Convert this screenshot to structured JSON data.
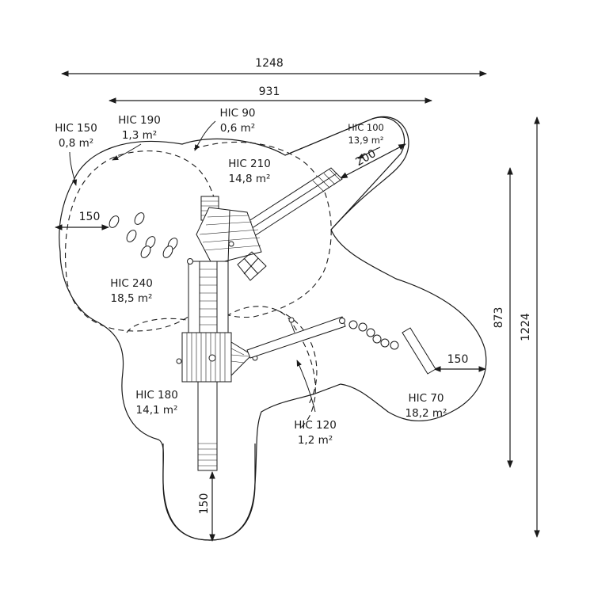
{
  "dimensions": {
    "overall_width": "1248",
    "inner_width": "931",
    "overall_height": "1224",
    "inner_height": "873",
    "left_clearance": "150",
    "right_clearance": "150",
    "bottom_clearance": "150",
    "diagonal_clearance": "200"
  },
  "zones": [
    {
      "id": "hic150",
      "name": "HIC 150",
      "area": "0,8 m²"
    },
    {
      "id": "hic190",
      "name": "HIC 190",
      "area": "1,3 m²"
    },
    {
      "id": "hic90",
      "name": "HIC 90",
      "area": "0,6 m²"
    },
    {
      "id": "hic100",
      "name": "HIC 100",
      "area": "13,9 m²"
    },
    {
      "id": "hic210",
      "name": "HIC 210",
      "area": "14,8 m²"
    },
    {
      "id": "hic240",
      "name": "HIC 240",
      "area": "18,5 m²"
    },
    {
      "id": "hic180",
      "name": "HIC 180",
      "area": "14,1 m²"
    },
    {
      "id": "hic120",
      "name": "HIC 120",
      "area": "1,2 m²"
    },
    {
      "id": "hic70",
      "name": "HIC 70",
      "area": "18,2 m²"
    }
  ]
}
